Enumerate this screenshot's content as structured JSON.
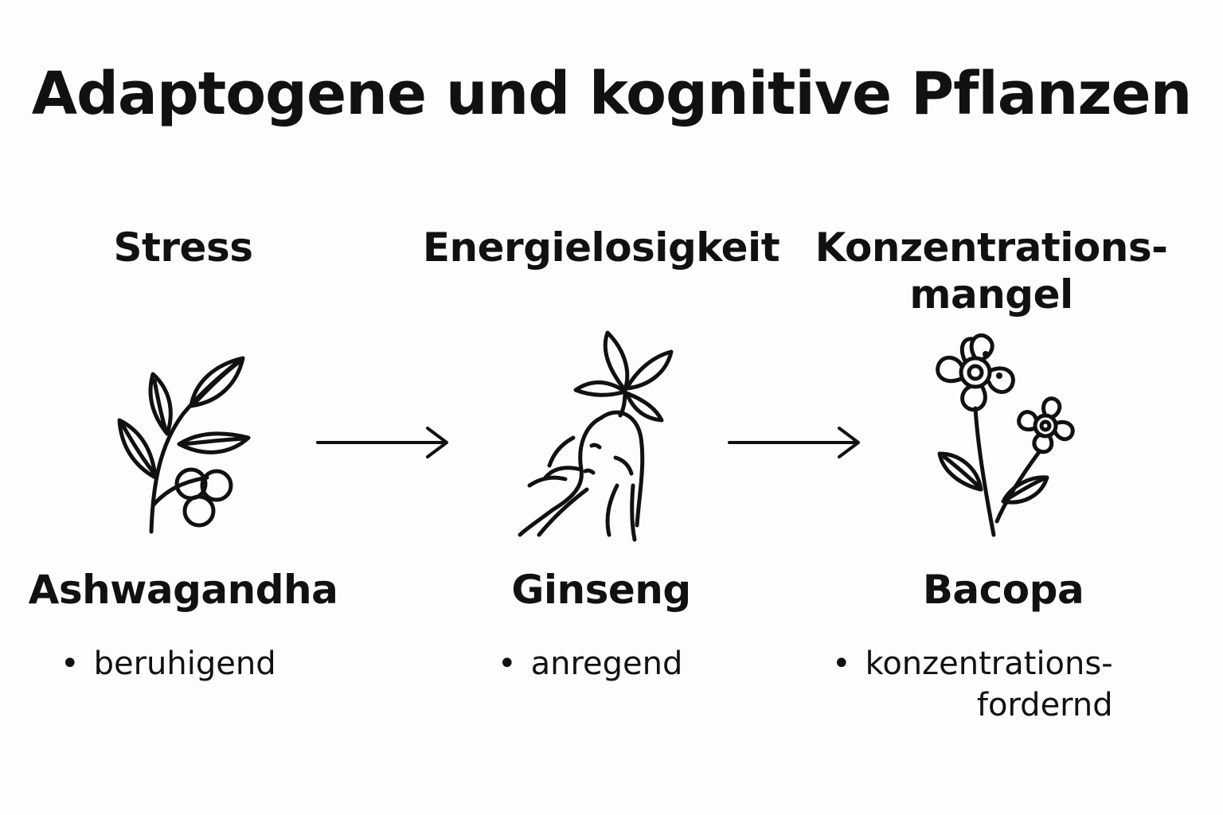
{
  "title": "Adaptogene und kognitive Pflanzen",
  "columns": [
    {
      "problem": "Stress",
      "plant": "Ashwagandha",
      "property": "beruhigend",
      "icon": "ashwagandha-plant-icon"
    },
    {
      "problem": "Energielosigkeit",
      "plant": "Ginseng",
      "property": "anregend",
      "icon": "ginseng-root-icon"
    },
    {
      "problem": "Konzentrations-\nmangel",
      "plant": "Bacopa",
      "property": "konzentrations-\nfordernd",
      "icon": "bacopa-flower-icon"
    }
  ],
  "bullet": "•"
}
